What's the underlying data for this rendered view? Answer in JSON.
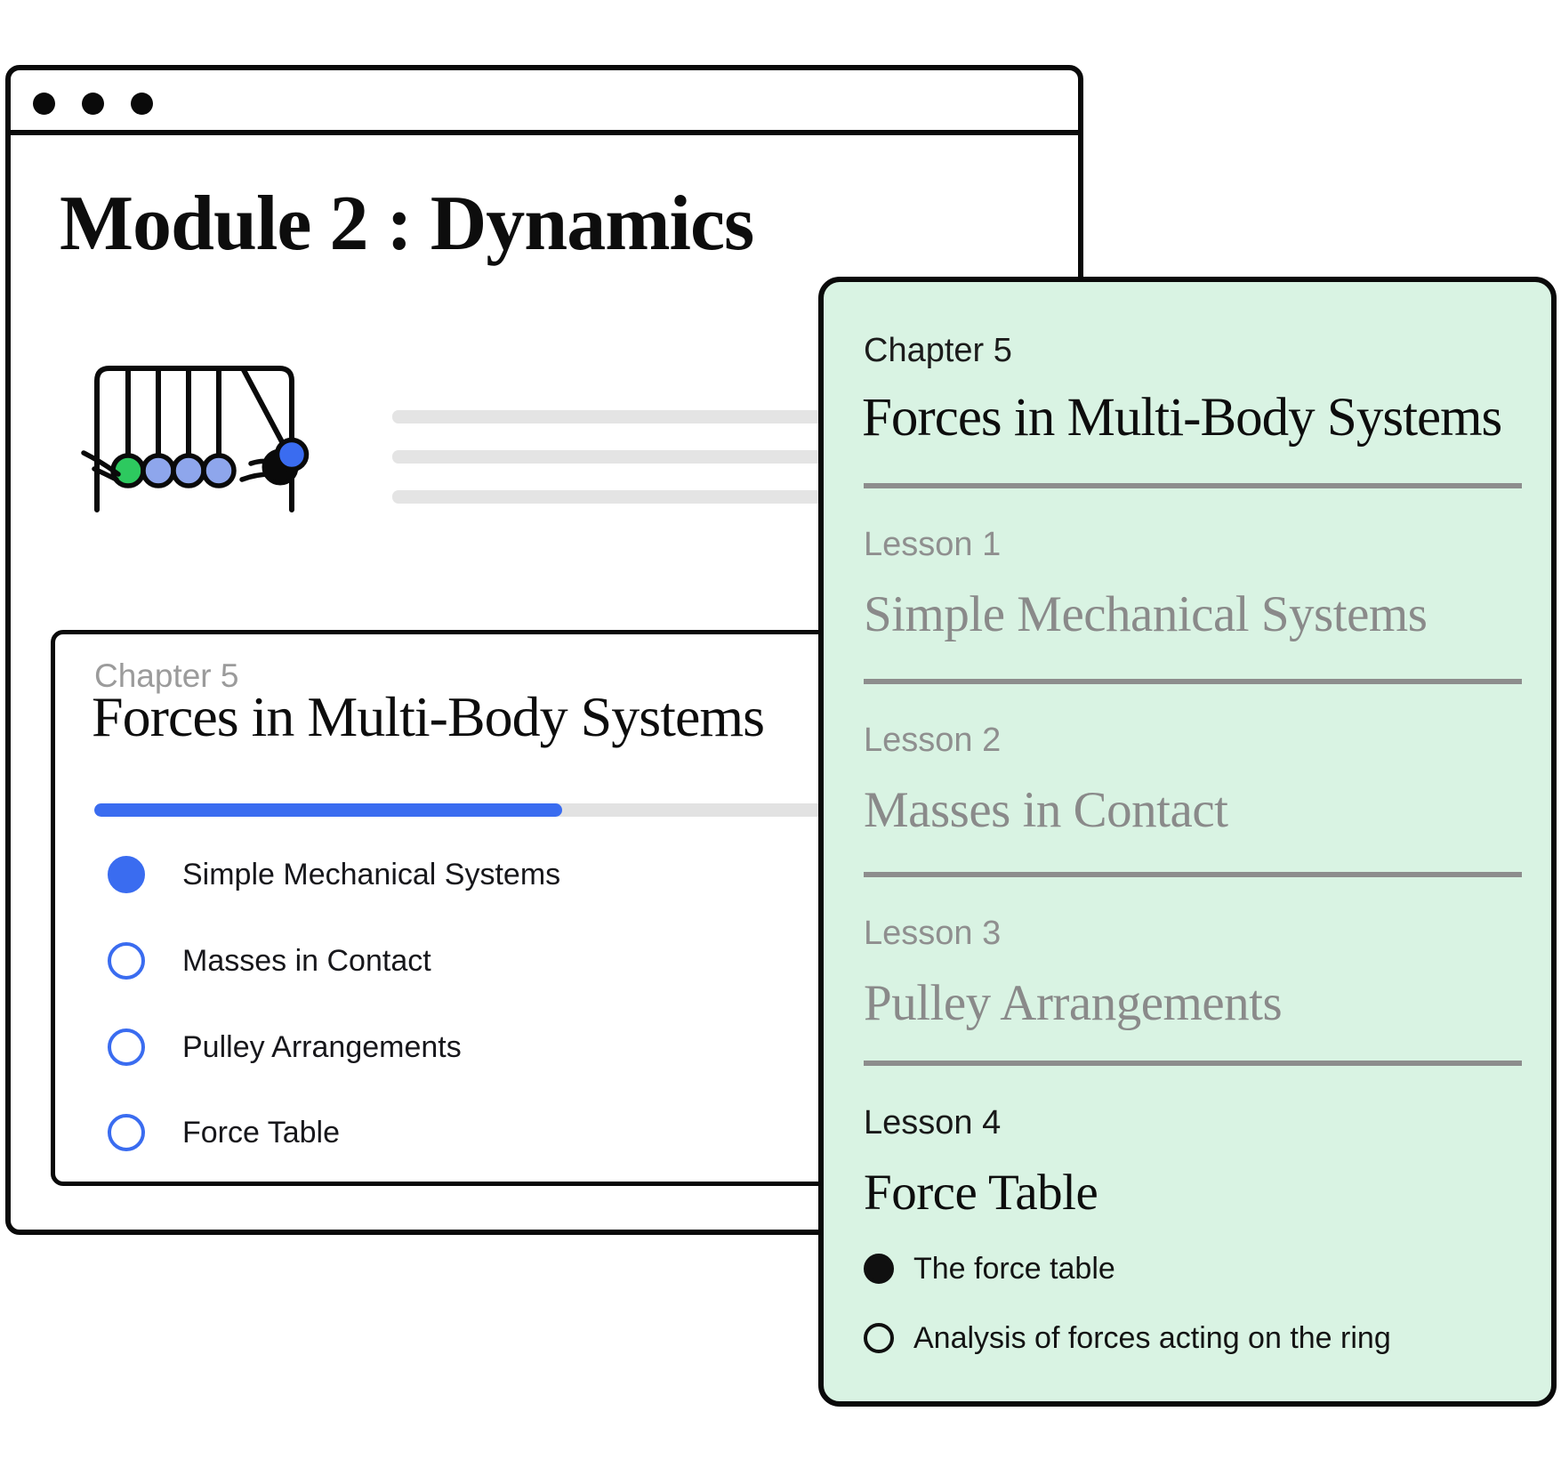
{
  "browser": {
    "title": "Module 2 : Dynamics"
  },
  "hero": {
    "illustration": "newtons-cradle",
    "placeholder_lines": 3
  },
  "chapter_card": {
    "chapter_label": "Chapter 5",
    "title": "Forces in Multi-Body Systems",
    "progress_percent": 52,
    "lessons": [
      {
        "label": "Simple Mechanical Systems",
        "state": "active"
      },
      {
        "label": "Masses in Contact",
        "state": "todo"
      },
      {
        "label": "Pulley Arrangements",
        "state": "todo"
      },
      {
        "label": "Force Table",
        "state": "todo"
      }
    ]
  },
  "lesson_panel": {
    "chapter_label": "Chapter 5",
    "title": "Forces in Multi-Body Systems",
    "sections": [
      {
        "label": "Lesson 1",
        "title": "Simple Mechanical Systems",
        "state": "upcoming"
      },
      {
        "label": "Lesson 2",
        "title": "Masses in Contact",
        "state": "upcoming"
      },
      {
        "label": "Lesson 3",
        "title": "Pulley Arrangements",
        "state": "upcoming"
      },
      {
        "label": "Lesson 4",
        "title": "Force Table",
        "state": "current"
      }
    ],
    "topics": [
      {
        "label": "The force table",
        "state": "current"
      },
      {
        "label": "Analysis of forces acting on the ring",
        "state": "upcoming"
      }
    ]
  },
  "colors": {
    "accent_blue": "#3a6cf0",
    "panel_green": "#d9f3e3",
    "ball_green": "#2dc95f",
    "ball_periwinkle": "#8ea6ec",
    "divider_gray": "#8d8d8d",
    "skeleton_gray": "#e4e4e4",
    "track_gray": "#e2e2e2",
    "muted_text": "#9b9b9b",
    "ink": "#0f0f0f"
  }
}
